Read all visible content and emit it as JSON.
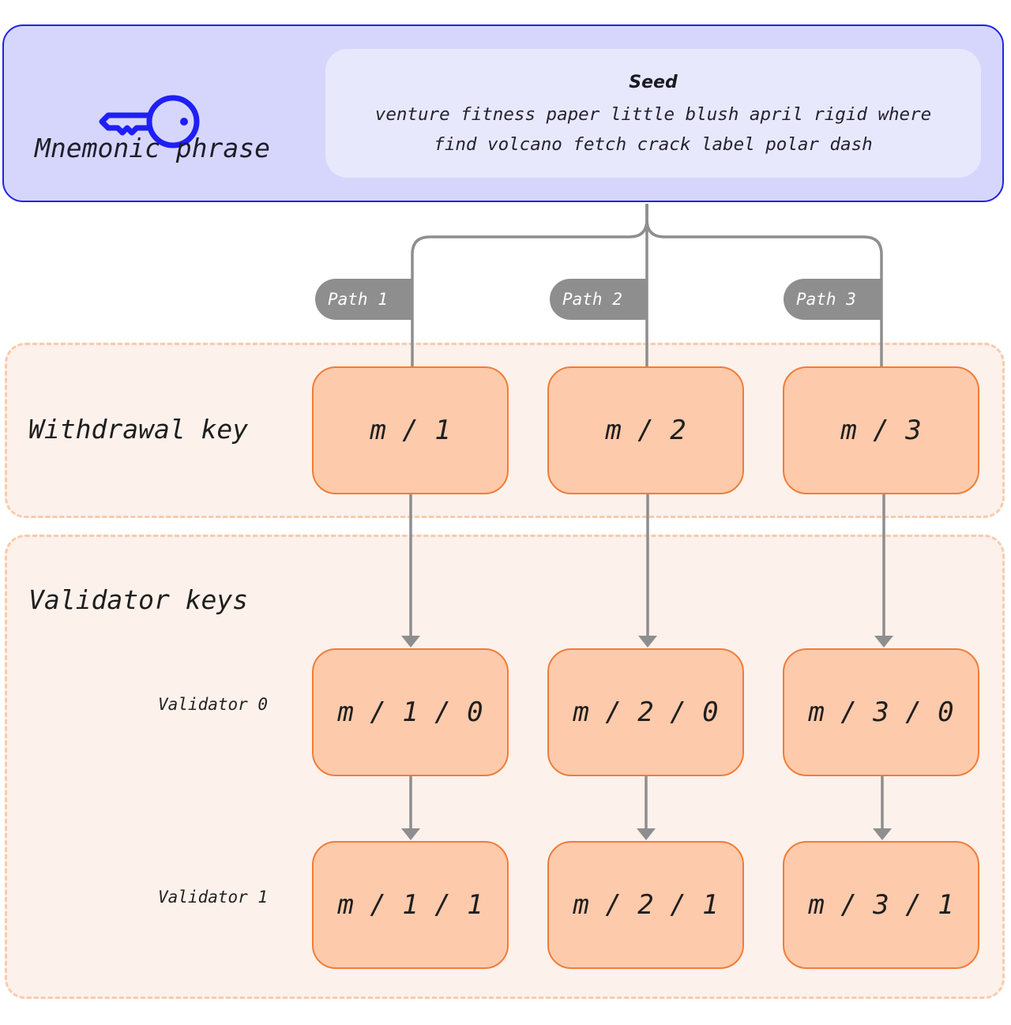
{
  "colors": {
    "mnemonic_fill": "#d6d6fd",
    "mnemonic_border": "#2222e6",
    "seed_fill": "#e8e8fd",
    "key_icon": "#1f1ff5",
    "node_fill": "#fdcaab",
    "node_border": "#f07d36",
    "group_fill": "#fdf1ec",
    "group_border": "#f8cbab",
    "connector": "#8e8e8e"
  },
  "mnemonic": {
    "label": "Mnemonic phrase",
    "icon": "key-icon",
    "seed": {
      "title": "Seed",
      "line1": "venture fitness paper little blush april rigid where",
      "line2": "find volcano fetch crack label polar dash"
    }
  },
  "paths": [
    {
      "label": "Path 1"
    },
    {
      "label": "Path 2"
    },
    {
      "label": "Path 3"
    }
  ],
  "withdrawal": {
    "label": "Withdrawal key",
    "nodes": [
      "m / 1",
      "m / 2",
      "m / 3"
    ]
  },
  "validators": {
    "label": "Validator keys",
    "rows": [
      {
        "label": "Validator 0",
        "nodes": [
          "m / 1 / 0",
          "m / 2 / 0",
          "m / 3 / 0"
        ]
      },
      {
        "label": "Validator 1",
        "nodes": [
          "m / 1 / 1",
          "m / 2 / 1",
          "m / 3 / 1"
        ]
      }
    ]
  }
}
